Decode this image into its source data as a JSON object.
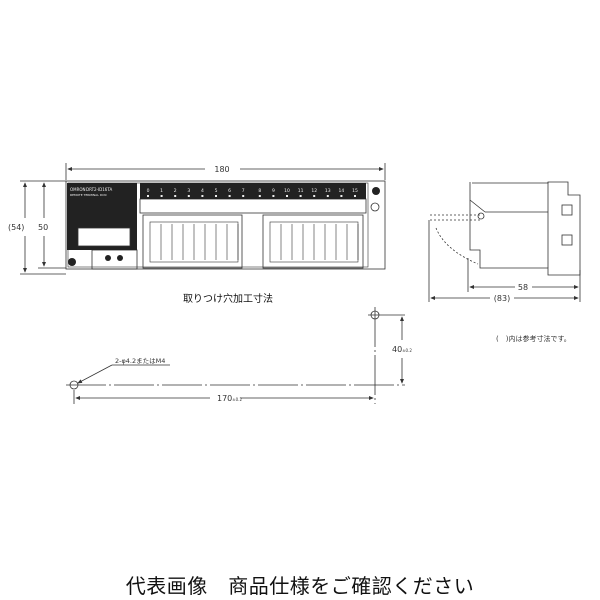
{
  "front_view": {
    "brand_label": "OMRON",
    "model_label": "DRT2-ID16TA",
    "sub_label": "REMOTE TERMINAL DCN",
    "channel_numbers": [
      "0",
      "1",
      "2",
      "3",
      "4",
      "5",
      "6",
      "7",
      "8",
      "9",
      "10",
      "11",
      "12",
      "13",
      "14",
      "15"
    ],
    "dim_width": "180",
    "dim_height_ref": "(54)",
    "dim_height": "50"
  },
  "side_view": {
    "dim_depth": "58",
    "dim_depth_ref": "(83)"
  },
  "mounting": {
    "title": "取りつけ穴加工寸法",
    "hole_note": "2-φ4.2またはM4",
    "dim_horizontal": "170",
    "dim_horizontal_tol": "±0.2",
    "dim_vertical": "40",
    "dim_vertical_tol": "±0.2"
  },
  "reference_note": "(　)内は参考寸法です。",
  "caption": "代表画像　商品仕様をご確認ください"
}
